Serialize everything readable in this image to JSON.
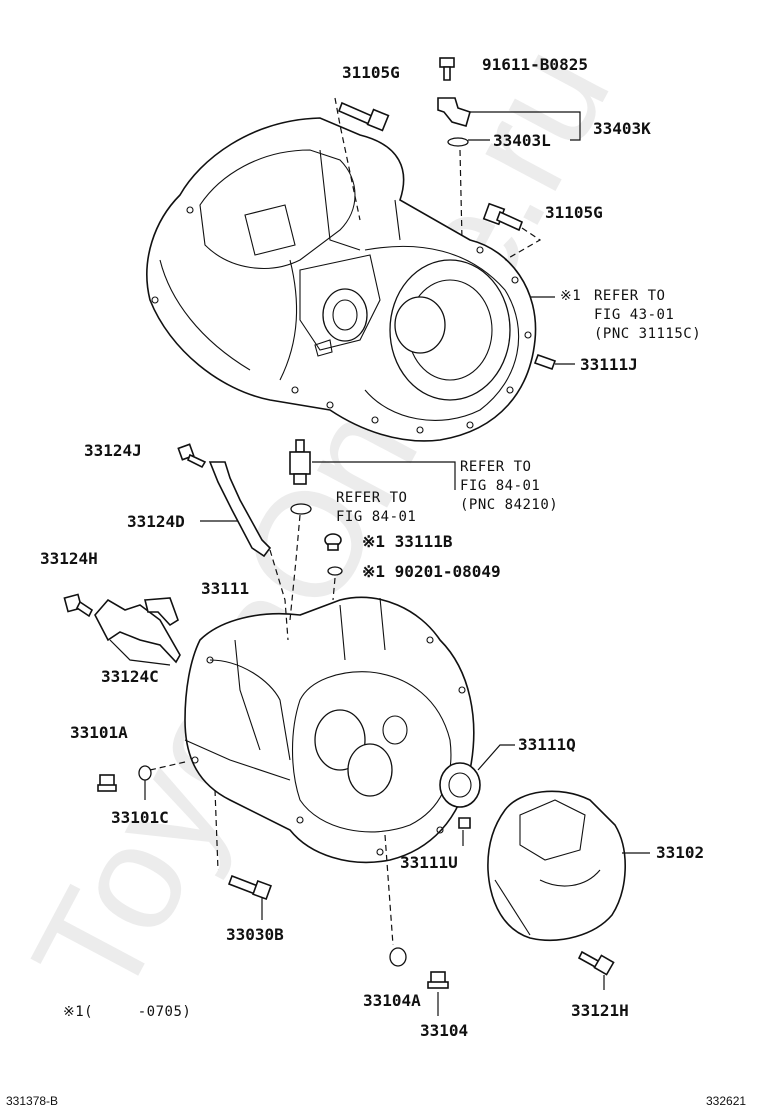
{
  "diagram": {
    "watermark": "ToyotaOnline.ru",
    "parts": {
      "p31105G_top": "31105G",
      "p91611": "91611-B0825",
      "p33403K": "33403K",
      "p33403L": "33403L",
      "p31105G_mid": "31105G",
      "refer1_mark": "※1",
      "refer1_line1": "REFER TO",
      "refer1_line2": "FIG 43-01",
      "refer1_line3": "(PNC 31115C)",
      "p33111J": "33111J",
      "p33124J": "33124J",
      "refer2_line1": "REFER TO",
      "refer2_line2": "FIG 84-01",
      "refer2_line3": "(PNC 84210)",
      "refer3_line1": "REFER TO",
      "refer3_line2": "FIG 84-01",
      "p33124D": "33124D",
      "p33111B": "※1 33111B",
      "p90201": "※1 90201-08049",
      "p33124H": "33124H",
      "p33111": "33111",
      "p33124C": "33124C",
      "p33101A": "33101A",
      "p33111Q": "33111Q",
      "p33101C": "33101C",
      "p33102": "33102",
      "p33111U": "33111U",
      "p33030B": "33030B",
      "p33104A": "33104A",
      "p33121H": "33121H",
      "p33104": "33104",
      "footnote": "※1(     -0705)"
    },
    "footer": {
      "left_code": "331378-B",
      "right_code": "332621"
    }
  }
}
